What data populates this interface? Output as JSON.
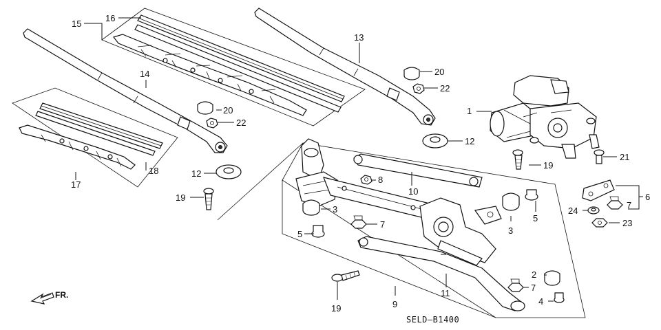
{
  "diagram_code": "SELD—B1400",
  "front_indicator": "FR.",
  "callouts": [
    {
      "id": "c1",
      "text": "1"
    },
    {
      "id": "c2",
      "text": "2"
    },
    {
      "id": "c3a",
      "text": "3"
    },
    {
      "id": "c3b",
      "text": "3"
    },
    {
      "id": "c4",
      "text": "4"
    },
    {
      "id": "c5a",
      "text": "5"
    },
    {
      "id": "c5b",
      "text": "5"
    },
    {
      "id": "c6",
      "text": "6"
    },
    {
      "id": "c7a",
      "text": "7"
    },
    {
      "id": "c7b",
      "text": "7"
    },
    {
      "id": "c7c",
      "text": "7"
    },
    {
      "id": "c8",
      "text": "8"
    },
    {
      "id": "c9",
      "text": "9"
    },
    {
      "id": "c10",
      "text": "10"
    },
    {
      "id": "c11",
      "text": "11"
    },
    {
      "id": "c12a",
      "text": "12"
    },
    {
      "id": "c12b",
      "text": "12"
    },
    {
      "id": "c13",
      "text": "13"
    },
    {
      "id": "c14",
      "text": "14"
    },
    {
      "id": "c15",
      "text": "15"
    },
    {
      "id": "c16",
      "text": "16"
    },
    {
      "id": "c17",
      "text": "17"
    },
    {
      "id": "c18",
      "text": "18"
    },
    {
      "id": "c19a",
      "text": "19"
    },
    {
      "id": "c19b",
      "text": "19"
    },
    {
      "id": "c19c",
      "text": "19"
    },
    {
      "id": "c20a",
      "text": "20"
    },
    {
      "id": "c20b",
      "text": "20"
    },
    {
      "id": "c21",
      "text": "21"
    },
    {
      "id": "c22a",
      "text": "22"
    },
    {
      "id": "c22b",
      "text": "22"
    },
    {
      "id": "c23",
      "text": "23"
    },
    {
      "id": "c24",
      "text": "24"
    }
  ]
}
